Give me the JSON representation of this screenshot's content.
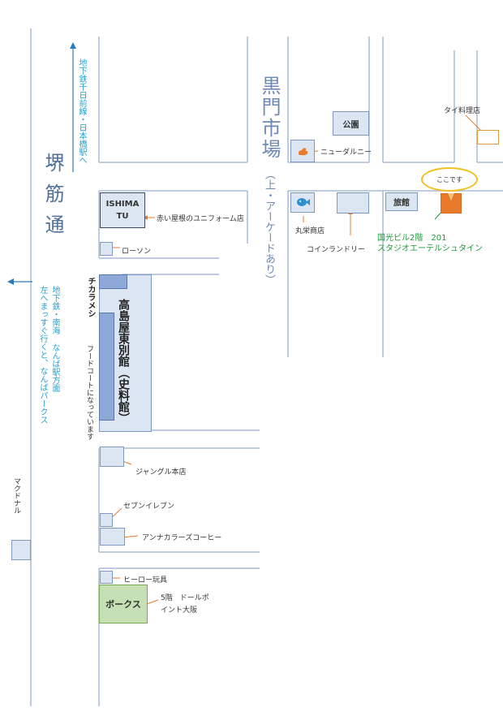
{
  "street": {
    "name": "堺筋通"
  },
  "directions": {
    "north": "地下鉄千日前線・日本橋駅へ",
    "west_line1": "地下鉄・南海 なんば駅方面",
    "west_line2": "左へまっすぐ行くと、なんばパークス"
  },
  "market": {
    "name": "黒門市場",
    "note": "（上・アーケードあり）"
  },
  "places": {
    "park": "公園",
    "newdalny": "ニューダルニー",
    "ishimatsu_line1": "ISHIMA",
    "ishimatsu_line2": "TU",
    "ishimatsu_note": "赤い屋根のユニフォーム店",
    "lawson": "ローソン",
    "maruei": "丸栄商店",
    "laundry": "コインランドリー",
    "ryokan": "旅館",
    "here": "ここです",
    "studio_line1": "国光ビル2階　201",
    "studio_line2": "スタジオエーテルシュタイン",
    "thai": "タイ料理店",
    "takashimaya": "高島屋東別館（史料館）",
    "chikarameshi": "チカラメシ",
    "foodcourt": "フードコートになっています",
    "jungle": "ジャングル本店",
    "seven": "セブンイレブン",
    "anna": "アンナカラーズコーヒー",
    "hero": "ヒーロー玩具",
    "volks": "ボークス",
    "dollpoint_line1": "5階　ドールポ",
    "dollpoint_line2": "イント大阪",
    "mcdonalds": "マクドナル"
  },
  "colors": {
    "road": "#a9bcd8",
    "marker": "#e87b2b",
    "direction_text": "#27a0cf",
    "here_outline": "#f0c020",
    "studio_text": "#1f9a3c"
  }
}
